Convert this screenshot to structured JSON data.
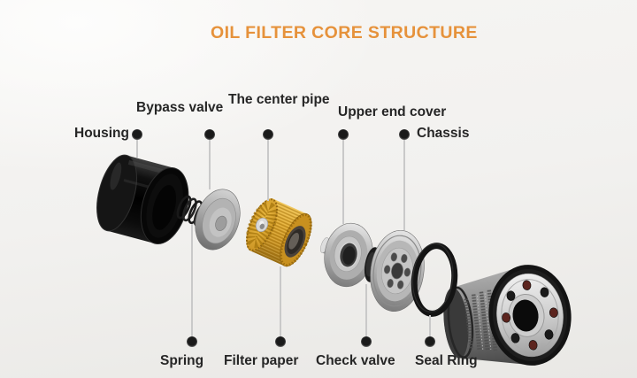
{
  "title": "OIL FILTER CORE STRUCTURE",
  "labels": {
    "top": [
      {
        "text": "Housing"
      },
      {
        "text": "Bypass valve"
      },
      {
        "text": "The center pipe"
      },
      {
        "text": "Upper end cover"
      },
      {
        "text": "Chassis"
      }
    ],
    "bottom": [
      {
        "text": "Spring"
      },
      {
        "text": "Filter paper"
      },
      {
        "text": "Check valve"
      },
      {
        "text": "Seal Ring"
      }
    ]
  },
  "colors": {
    "title_accent": "#E6923B",
    "label_text": "#262626",
    "leader_line": "#C9C9C9",
    "callout_dot": "#1A1A1A",
    "filter_paper_gold": "#E0A82F",
    "housing_black": "#0E0E0E",
    "metal_silver": "#B9B9B9",
    "background": "#F2F1EF"
  }
}
